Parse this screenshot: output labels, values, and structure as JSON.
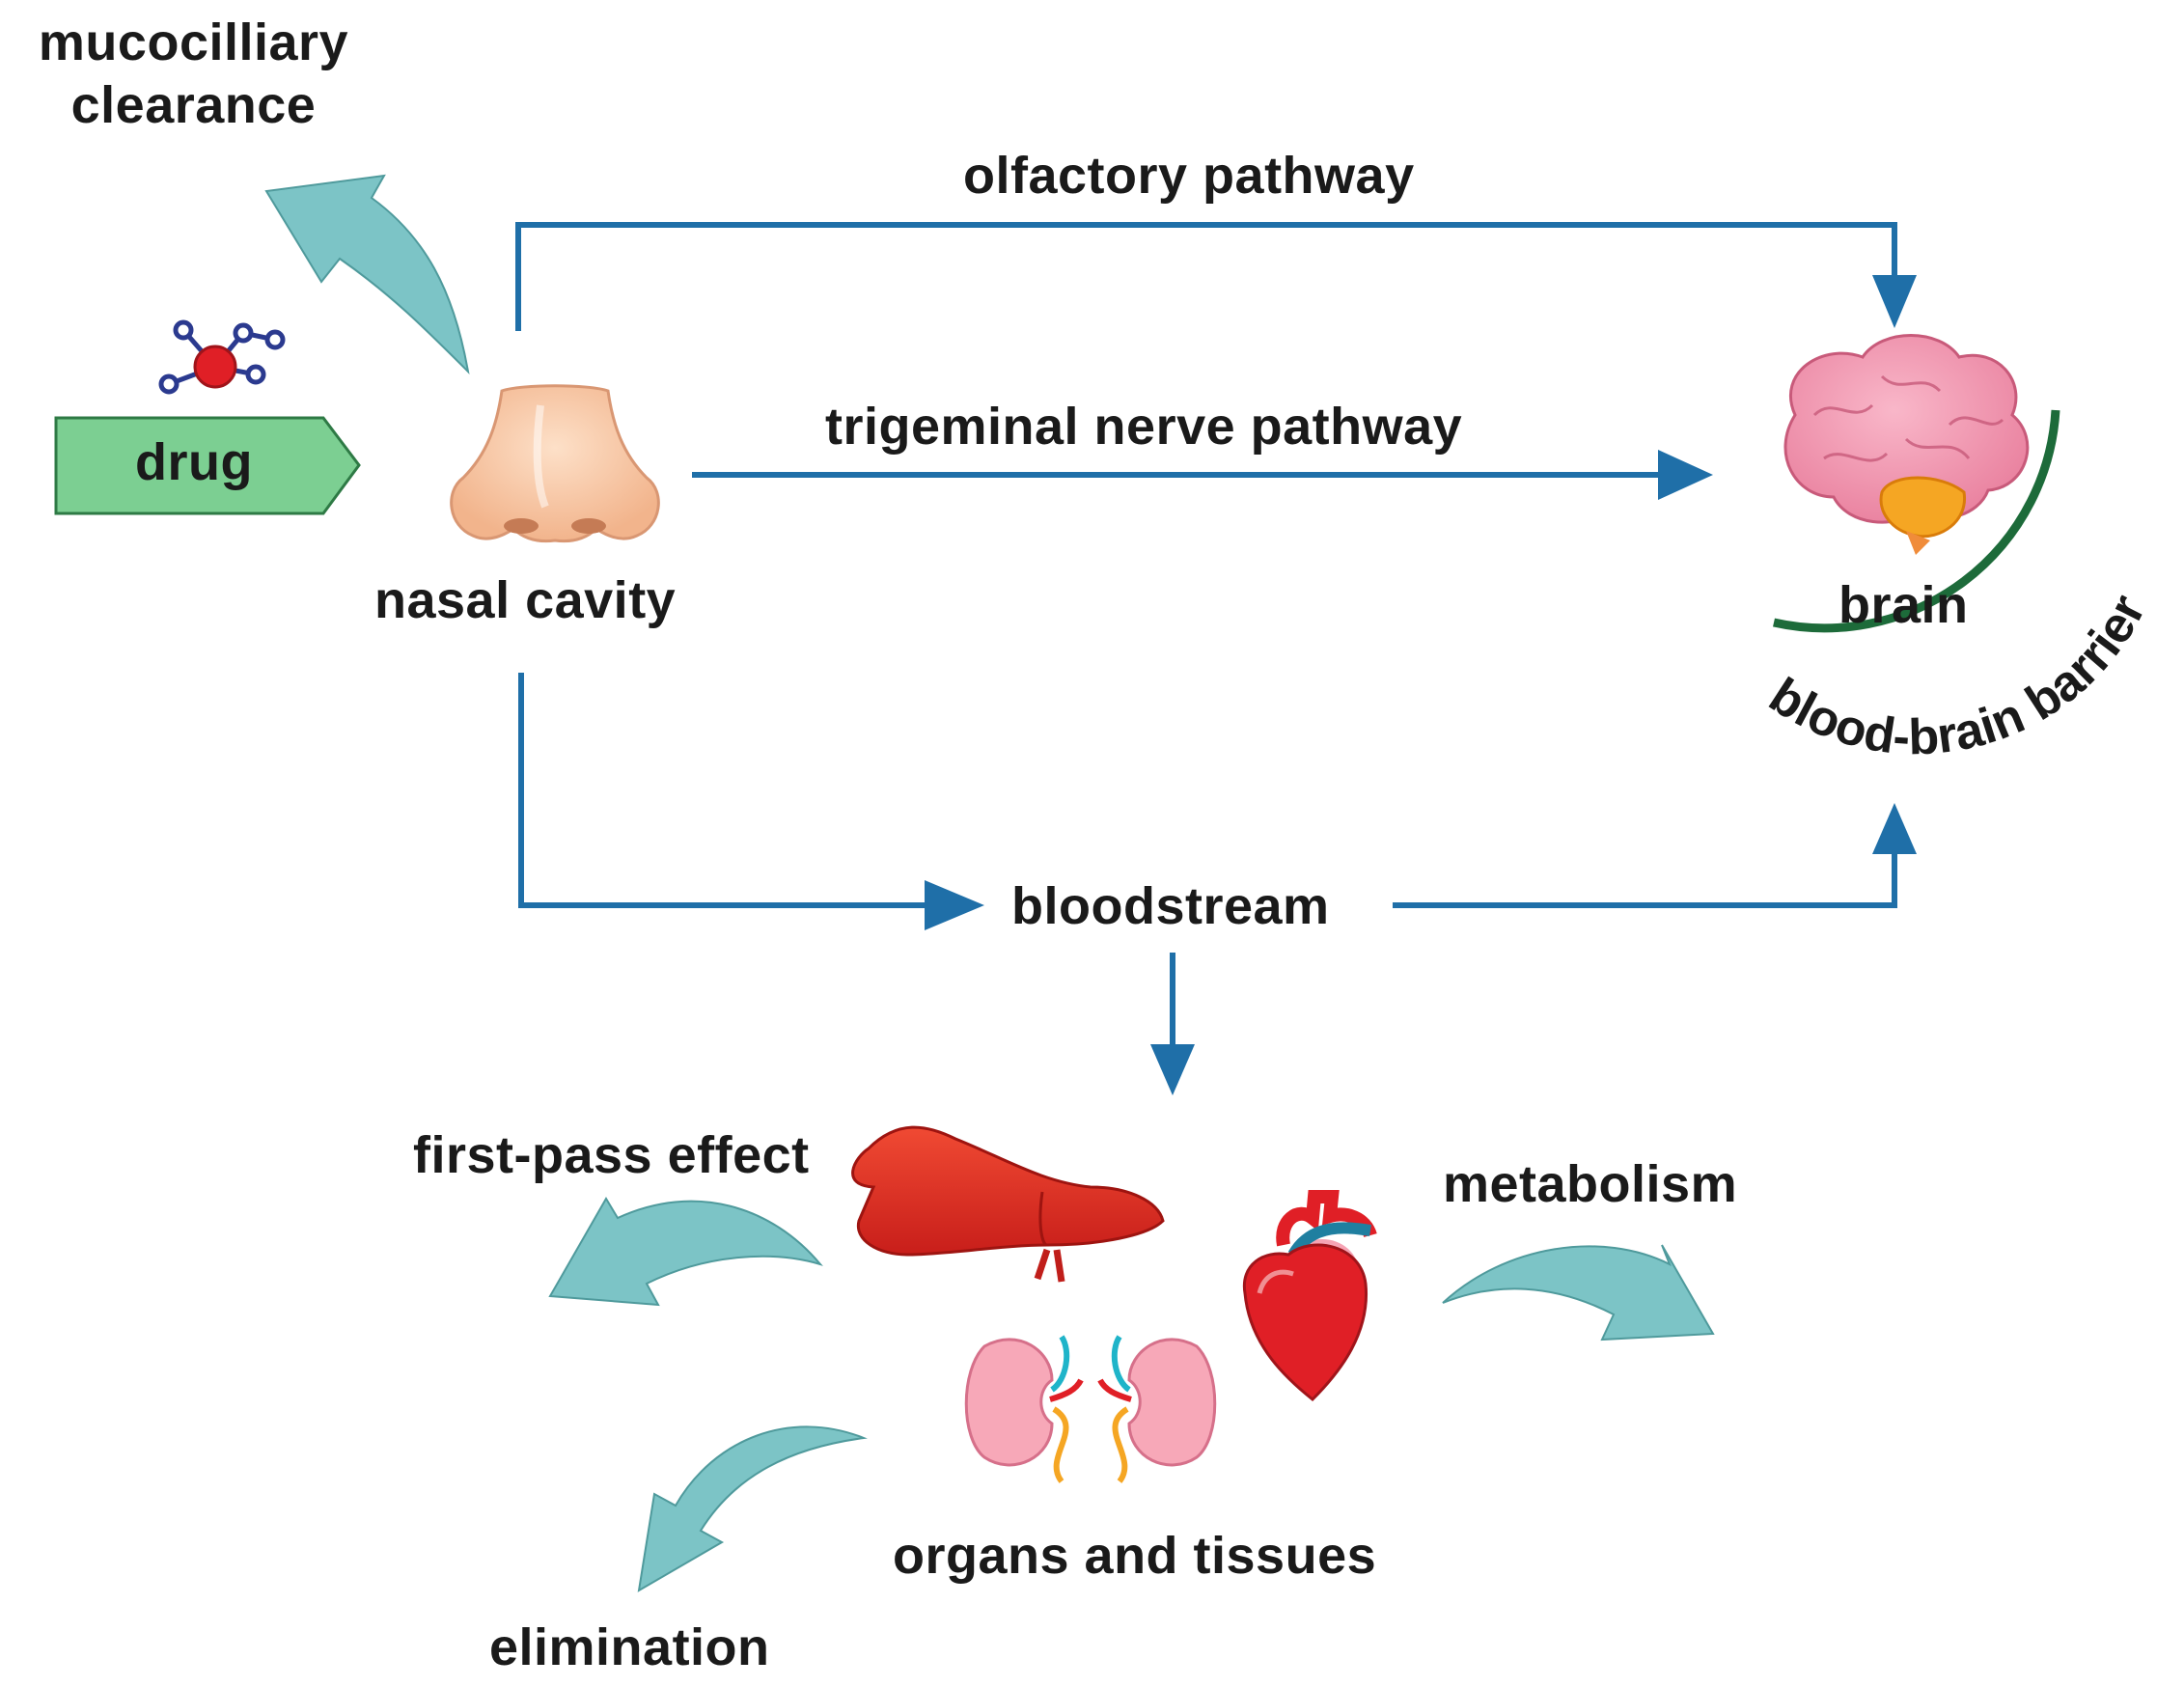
{
  "labels": {
    "mucociliary": "mucocilliary\nclearance",
    "olfactory": "olfactory pathway",
    "trigeminal": "trigeminal nerve pathway",
    "drug": "drug",
    "nasal": "nasal cavity",
    "brain": "brain",
    "bbb": "blood-brain barrier",
    "bloodstream": "bloodstream",
    "first_pass": "first-pass effect",
    "metabolism": "metabolism",
    "organs": "organs and tissues",
    "elimination": "elimination"
  },
  "colors": {
    "pathway_blue": "#1f6fa8",
    "curved_arrow_teal": "#7cc4c6",
    "drug_box_green": "#7ccf92",
    "bbb_green": "#1d6b3a",
    "molecule_red": "#e01f26",
    "molecule_blue": "#2b3a8f"
  },
  "icons": [
    "molecule-icon",
    "nose-icon",
    "brain-icon",
    "liver-icon",
    "heart-icon",
    "kidneys-icon"
  ]
}
